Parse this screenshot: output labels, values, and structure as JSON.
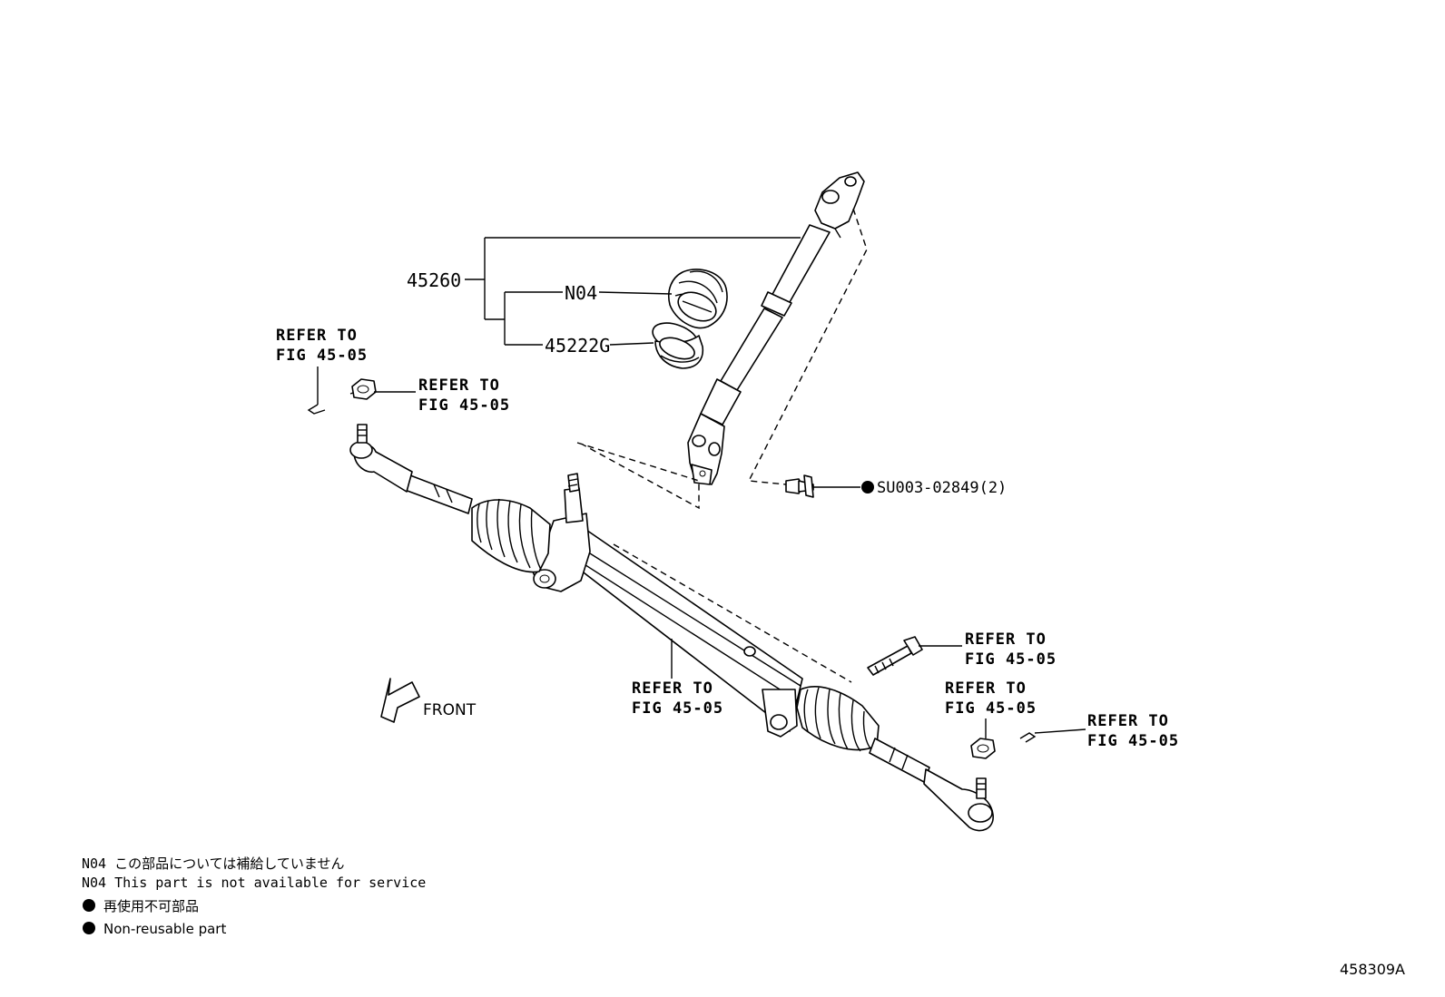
{
  "callouts": {
    "assembly": "45260",
    "boot": "N04",
    "hole_cover": "45222G",
    "bolt": "SU003-02849(2)"
  },
  "refer": {
    "line1": "REFER TO",
    "line2": "FIG 45-05"
  },
  "front_label": "FRONT",
  "legend": {
    "n04_jp": "N04 この部品については補給していません",
    "n04_en": "N04 This part is not available for service",
    "nonreuse_jp": "再使用不可部品",
    "nonreuse_en": "Non-reusable part"
  },
  "figure_id": "458309A"
}
